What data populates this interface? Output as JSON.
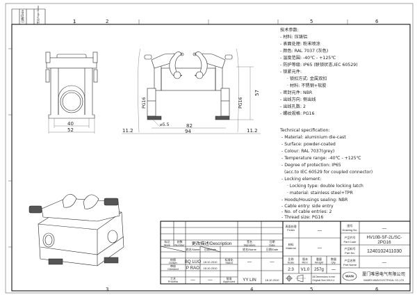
{
  "frame": {
    "zone_numbers_top": [
      "1",
      "2",
      "5",
      "6"
    ],
    "zone_numbers_bottom": [
      "3",
      "4",
      "5",
      "6"
    ],
    "margin_labels": [
      "日期/Date",
      "签名/Sign Desc"
    ]
  },
  "dimensions": {
    "front": {
      "inner_width": "40",
      "outer_width": "52"
    },
    "side": {
      "hole": "⌀5.5",
      "hole_spacing": "82",
      "overall": "94",
      "offset_left": "11.2",
      "offset_right": "11.2",
      "height": "57",
      "thread_left": "PG16",
      "thread_right": "PG16"
    }
  },
  "spec_cn": {
    "title": "技术参数:",
    "items": [
      "- 材料: 压铸铝",
      "- 表面处理: 粉末喷涂",
      "- 颜色: RAL 7037 (灰色)",
      "- 温度范围: -40℃ - +125℃",
      "- 防护等级: IP65 (联锁状态,IEC 60529)",
      "- 锁紧元件:",
      "  · 锁扣方式: 金属双扣",
      "  · 材料: 不锈钢+软胶",
      "- 密封元件: NBR",
      "- 出线方向: 侧出线",
      "- 出线孔数: 2",
      "- 螺纹规格: PG16"
    ]
  },
  "spec_en": {
    "title": "Technical specification:",
    "items": [
      "- Material: aluminium die-cast",
      "- Surface: powder-coated",
      "- Colour: RAL 7037(grey)",
      "- Temperature range: -40℃ - +125℃",
      "- Degree of protection: IP65",
      "  (acc.to IEC 60529 for coupled connector)",
      "- Locking element:",
      "  · Locking type: double locking latch",
      "  · material: stainless steel+TPR",
      "- Hoods/Housings sealing: NBR",
      "- Cable entry: side entry",
      "- No. of cable entries: 2",
      "- Thread size: PG16"
    ]
  },
  "title_block": {
    "mark": "标记",
    "mark_en": "Mark",
    "number": "处数",
    "number_en": "Number",
    "description": "更改描述/Description",
    "signature": "签名",
    "signature_en": "Signature",
    "date": "日期",
    "date_en": "Date",
    "name_hdr": "姓名/Name",
    "date_hdr": "日期/Date",
    "name_hdr2": "姓名/Name",
    "date_hdr2": "日期/Date",
    "drawn": "绘图",
    "drawn_en": "Drawn",
    "drawn_name": "BQ LUO",
    "drawn_date": "18.10.2010",
    "checked": "审核",
    "checked_en": "Checked",
    "checked_name": "P RAO",
    "checked_date": "18.10.2010",
    "process": "工艺",
    "process_en": "Process",
    "process_name": "—",
    "process_date": "—",
    "stand": "标准化",
    "stand_en": "Stand",
    "stand_name": "—",
    "stand_date": "—",
    "approved": "批准",
    "approved_en": "Approved",
    "approved_name": "YY LIN",
    "approved_date": "18.10.2010",
    "finish": "表面处理",
    "finish_en": "Finish",
    "finish_value": "—",
    "material": "材料",
    "material_en": "Material",
    "material_value": "—",
    "scale": "比例",
    "scale_en": "Scale",
    "scale_value": "2:3",
    "rev": "版本",
    "rev_en": "REV.",
    "rev_value": "V1.0",
    "weight": "重量",
    "weight_en": "Weight",
    "weight_value": "257g",
    "qty": "数量",
    "qty_en": "Qty.",
    "qty_value": "—",
    "dims_note1": "All Dimensions in mm",
    "dims_note2": "Original Size DIN A 4",
    "drawing_no": "图号",
    "drawing_no_en": "Drawing No.",
    "drawing_no_value": "—",
    "part_code": "产品代号",
    "part_code_en": "Part Code",
    "part_code_value1": "HV10B-SF-2L/SC-",
    "part_code_value2": "2PG16",
    "part_no": "产品料号",
    "part_no_en": "Part No.",
    "part_no_value": "1240102411030",
    "part_name": "产品名称",
    "part_name_en": "Part Name",
    "part_name_value": "—",
    "company_cn": "厦门唯恩电气有限公司",
    "company_en": "XIAMEN WAIN ELECTRICAL CO.,LTD",
    "logo_text": "WAIN"
  }
}
